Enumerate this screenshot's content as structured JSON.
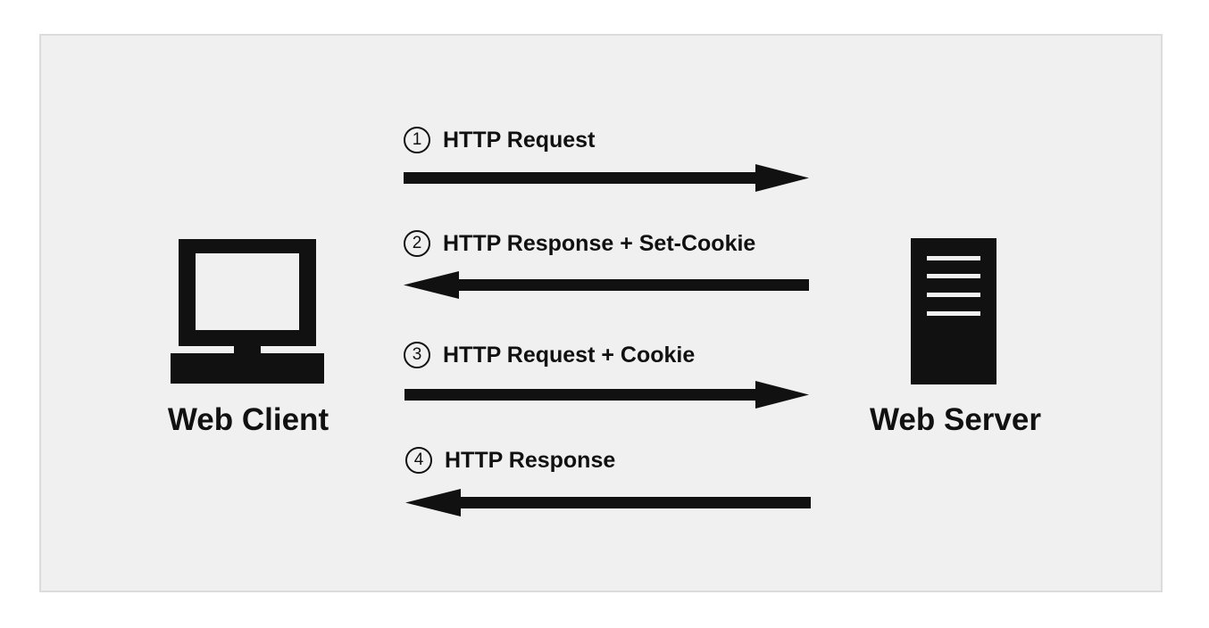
{
  "nodes": {
    "client": {
      "label": "Web Client"
    },
    "server": {
      "label": "Web Server"
    }
  },
  "steps": [
    {
      "number": "1",
      "label": "HTTP Request",
      "direction": "to-server"
    },
    {
      "number": "2",
      "label": "HTTP Response + Set-Cookie",
      "direction": "to-client"
    },
    {
      "number": "3",
      "label": "HTTP Request + Cookie",
      "direction": "to-server"
    },
    {
      "number": "4",
      "label": "HTTP Response",
      "direction": "to-client"
    }
  ],
  "colors": {
    "ink": "#111111",
    "panel": "#f0f0f0",
    "panel_border": "#dcdcdc"
  }
}
